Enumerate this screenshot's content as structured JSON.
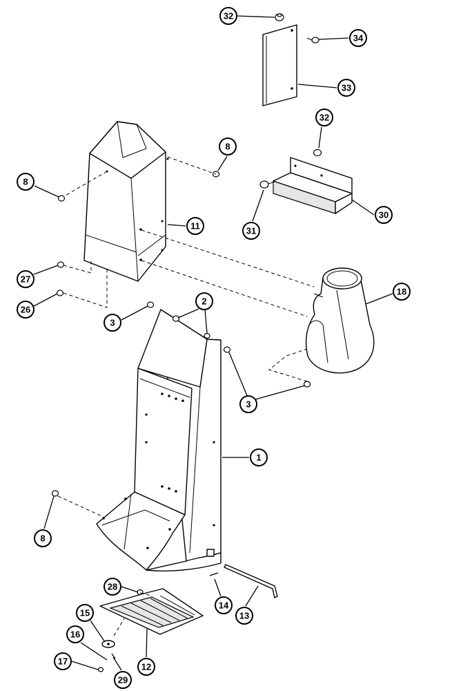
{
  "diagram": {
    "callouts": [
      {
        "id": "c32a",
        "label": "32"
      },
      {
        "id": "c34",
        "label": "34"
      },
      {
        "id": "c33",
        "label": "33"
      },
      {
        "id": "c32b",
        "label": "32"
      },
      {
        "id": "c30",
        "label": "30"
      },
      {
        "id": "c31",
        "label": "31"
      },
      {
        "id": "c8a",
        "label": "8"
      },
      {
        "id": "c8b",
        "label": "8"
      },
      {
        "id": "c11",
        "label": "11"
      },
      {
        "id": "c27",
        "label": "27"
      },
      {
        "id": "c26",
        "label": "26"
      },
      {
        "id": "c2",
        "label": "2"
      },
      {
        "id": "c3a",
        "label": "3"
      },
      {
        "id": "c18",
        "label": "18"
      },
      {
        "id": "c3b",
        "label": "3"
      },
      {
        "id": "c1",
        "label": "1"
      },
      {
        "id": "c8c",
        "label": "8"
      },
      {
        "id": "c28",
        "label": "28"
      },
      {
        "id": "c14",
        "label": "14"
      },
      {
        "id": "c13",
        "label": "13"
      },
      {
        "id": "c15",
        "label": "15"
      },
      {
        "id": "c16",
        "label": "16"
      },
      {
        "id": "c12",
        "label": "12"
      },
      {
        "id": "c17",
        "label": "17"
      },
      {
        "id": "c29",
        "label": "29"
      }
    ]
  }
}
